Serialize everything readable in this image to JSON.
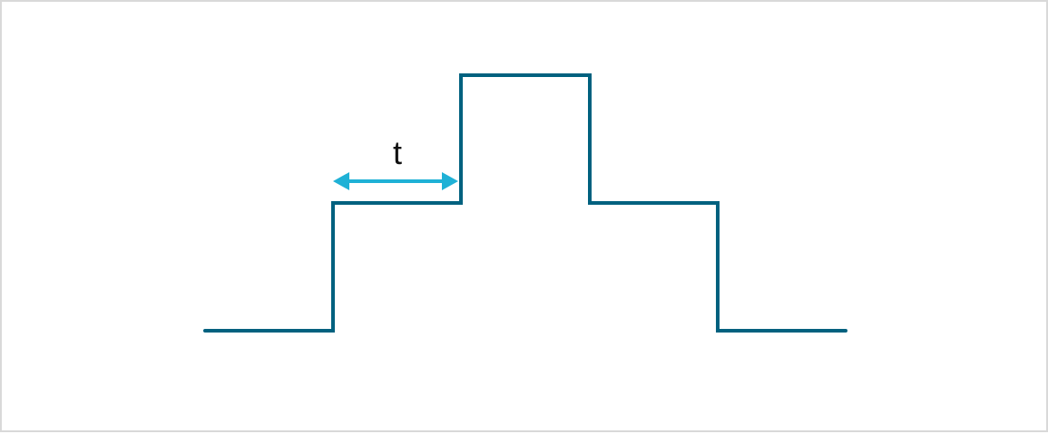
{
  "diagram": {
    "colors": {
      "waveform": "#00617f",
      "arrow": "#1fb1d6",
      "label": "#111111",
      "border": "#d9d9d9"
    },
    "waveform": {
      "description_levels": [
        "low",
        "mid",
        "high",
        "mid",
        "low"
      ]
    },
    "duration_arrow": {
      "label": "t",
      "style": "double-headed"
    }
  }
}
